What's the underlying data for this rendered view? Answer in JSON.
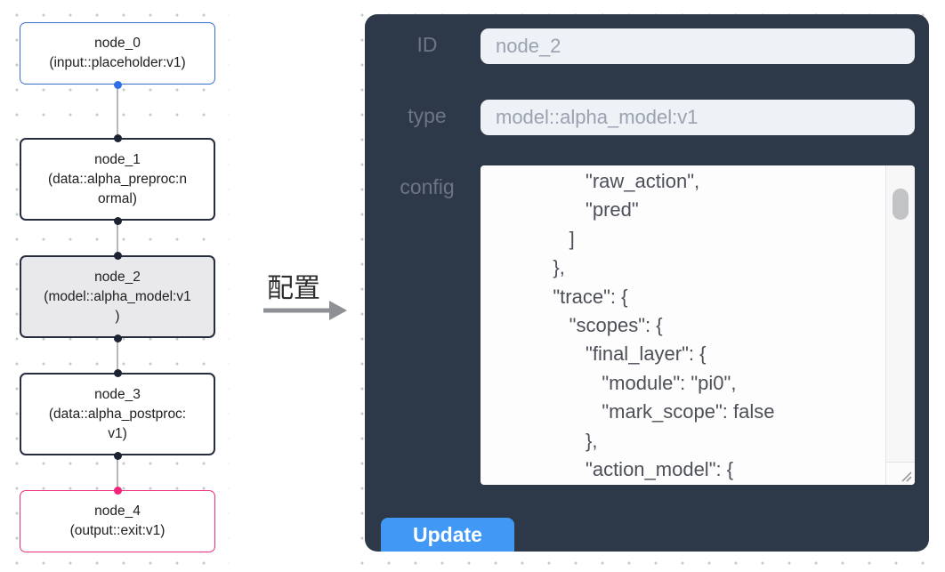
{
  "flow": {
    "nodes": [
      {
        "title": "node_0",
        "subtitle": "(input::placeholder:v1)"
      },
      {
        "title": "node_1",
        "subtitle": "(data::alpha_preproc:n\normal)"
      },
      {
        "title": "node_2",
        "subtitle": "(model::alpha_model:v1\n)"
      },
      {
        "title": "node_3",
        "subtitle": "(data::alpha_postproc:\nv1)"
      },
      {
        "title": "node_4",
        "subtitle": "(output::exit:v1)"
      }
    ],
    "selected_node": "node_2",
    "handle_colors": {
      "input": "#2e6fe6",
      "default": "#1d2333",
      "output": "#f1267c"
    },
    "border_colors": {
      "input": "#3b70d2",
      "default": "#262d3e",
      "output": "#ee2e7b"
    }
  },
  "transfer": {
    "label": "配置"
  },
  "panel": {
    "background": "#2d3848",
    "id_label": "ID",
    "id_value": "node_2",
    "type_label": "type",
    "type_value": "model::alpha_model:v1",
    "config_label": "config",
    "config_text": "                  \"raw_action\",\n                  \"pred\"\n               ]\n            },\n            \"trace\": {\n               \"scopes\": {\n                  \"final_layer\": {\n                     \"module\": \"pi0\",\n                     \"mark_scope\": false\n                  },\n                  \"action_model\": {",
    "update_button": {
      "label": "Update",
      "color": "#4299f5"
    }
  }
}
